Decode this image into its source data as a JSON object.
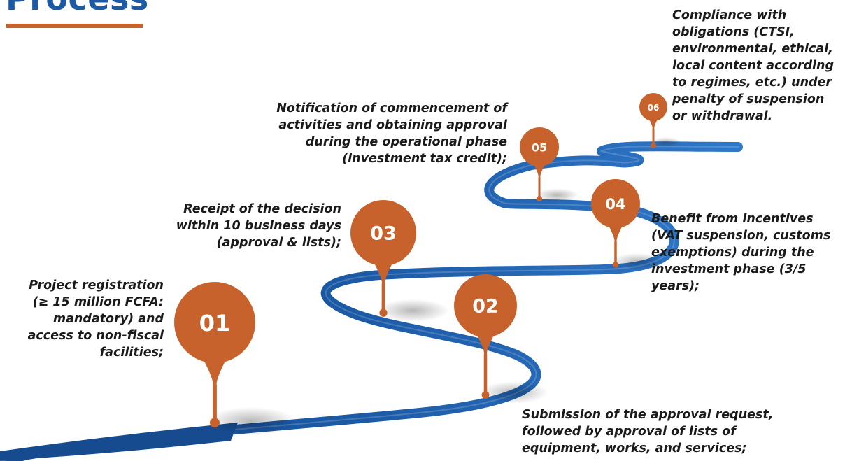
{
  "title": "Process",
  "colors": {
    "road": "#1c5aa6",
    "road_light": "#2f78c8",
    "pin": "#c8622c",
    "text": "#1a1a1a"
  },
  "steps": [
    {
      "number": "01",
      "text": "Project registration\n(≥ 15 million FCFA:\nmandatory) and\naccess to non-fiscal\nfacilities;"
    },
    {
      "number": "02",
      "text": "Submission of the approval request,\nfollowed by approval of lists of\nequipment, works, and services;"
    },
    {
      "number": "03",
      "text": "Receipt of the decision\nwithin 10 business days\n(approval & lists);"
    },
    {
      "number": "04",
      "text": "Benefit from incentives\n(VAT suspension, customs\nexemptions) during the\ninvestment phase (3/5\nyears);"
    },
    {
      "number": "05",
      "text": "Notification of commencement of\nactivities and obtaining approval\nduring the operational phase\n(investment tax credit);"
    },
    {
      "number": "06",
      "text": "Compliance with\nobligations (CTSI,\nenvironmental, ethical,\nlocal content according\nto regimes, etc.) under\npenalty of suspension\nor withdrawal."
    }
  ]
}
